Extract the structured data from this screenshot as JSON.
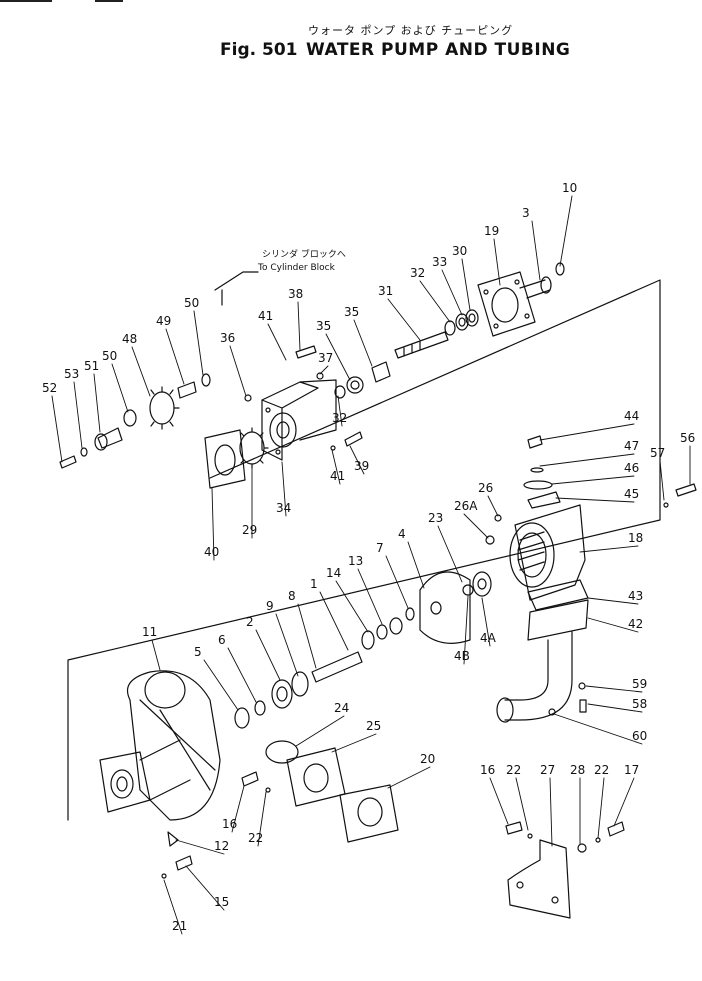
{
  "header": {
    "japanese_title": "ウォータ ポンプ および チューピング",
    "figure_number": "Fig. 501",
    "title": "WATER PUMP AND TUBING"
  },
  "note": {
    "japanese": "シリンダ ブロックへ",
    "english": "To Cylinder Block"
  },
  "colors": {
    "ink": "#111111",
    "paper": "#ffffff"
  },
  "callouts": [
    {
      "id": "c10",
      "label": "10"
    },
    {
      "id": "c3",
      "label": "3"
    },
    {
      "id": "c19",
      "label": "19"
    },
    {
      "id": "c30",
      "label": "30"
    },
    {
      "id": "c33",
      "label": "33"
    },
    {
      "id": "c32a",
      "label": "32"
    },
    {
      "id": "c31",
      "label": "31"
    },
    {
      "id": "c35a",
      "label": "35"
    },
    {
      "id": "c35b",
      "label": "35"
    },
    {
      "id": "c37",
      "label": "37"
    },
    {
      "id": "c38",
      "label": "38"
    },
    {
      "id": "c41a",
      "label": "41"
    },
    {
      "id": "c50a",
      "label": "50"
    },
    {
      "id": "c49",
      "label": "49"
    },
    {
      "id": "c48",
      "label": "48"
    },
    {
      "id": "c36",
      "label": "36"
    },
    {
      "id": "c50b",
      "label": "50"
    },
    {
      "id": "c51",
      "label": "51"
    },
    {
      "id": "c53",
      "label": "53"
    },
    {
      "id": "c52",
      "label": "52"
    },
    {
      "id": "c32b",
      "label": "32"
    },
    {
      "id": "c39",
      "label": "39"
    },
    {
      "id": "c41b",
      "label": "41"
    },
    {
      "id": "c34",
      "label": "34"
    },
    {
      "id": "c29",
      "label": "29"
    },
    {
      "id": "c40",
      "label": "40"
    },
    {
      "id": "c44",
      "label": "44"
    },
    {
      "id": "c47",
      "label": "47"
    },
    {
      "id": "c46",
      "label": "46"
    },
    {
      "id": "c45",
      "label": "45"
    },
    {
      "id": "c57",
      "label": "57"
    },
    {
      "id": "c56",
      "label": "56"
    },
    {
      "id": "c26",
      "label": "26"
    },
    {
      "id": "c26A",
      "label": "26A"
    },
    {
      "id": "c23",
      "label": "23"
    },
    {
      "id": "c18",
      "label": "18"
    },
    {
      "id": "c43",
      "label": "43"
    },
    {
      "id": "c42",
      "label": "42"
    },
    {
      "id": "c7",
      "label": "7"
    },
    {
      "id": "c4",
      "label": "4"
    },
    {
      "id": "c13",
      "label": "13"
    },
    {
      "id": "c14",
      "label": "14"
    },
    {
      "id": "c1",
      "label": "1"
    },
    {
      "id": "c8",
      "label": "8"
    },
    {
      "id": "c9",
      "label": "9"
    },
    {
      "id": "c2",
      "label": "2"
    },
    {
      "id": "c6",
      "label": "6"
    },
    {
      "id": "c5",
      "label": "5"
    },
    {
      "id": "c11",
      "label": "11"
    },
    {
      "id": "c4A",
      "label": "4A"
    },
    {
      "id": "c4B",
      "label": "4B"
    },
    {
      "id": "c59",
      "label": "59"
    },
    {
      "id": "c58",
      "label": "58"
    },
    {
      "id": "c60",
      "label": "60"
    },
    {
      "id": "c24",
      "label": "24"
    },
    {
      "id": "c25",
      "label": "25"
    },
    {
      "id": "c20",
      "label": "20"
    },
    {
      "id": "c16a",
      "label": "16"
    },
    {
      "id": "c22a",
      "label": "22"
    },
    {
      "id": "c12",
      "label": "12"
    },
    {
      "id": "c15",
      "label": "15"
    },
    {
      "id": "c21",
      "label": "21"
    },
    {
      "id": "c16b",
      "label": "16"
    },
    {
      "id": "c22b",
      "label": "22"
    },
    {
      "id": "c27",
      "label": "27"
    },
    {
      "id": "c28",
      "label": "28"
    },
    {
      "id": "c22c",
      "label": "22"
    },
    {
      "id": "c17",
      "label": "17"
    }
  ]
}
